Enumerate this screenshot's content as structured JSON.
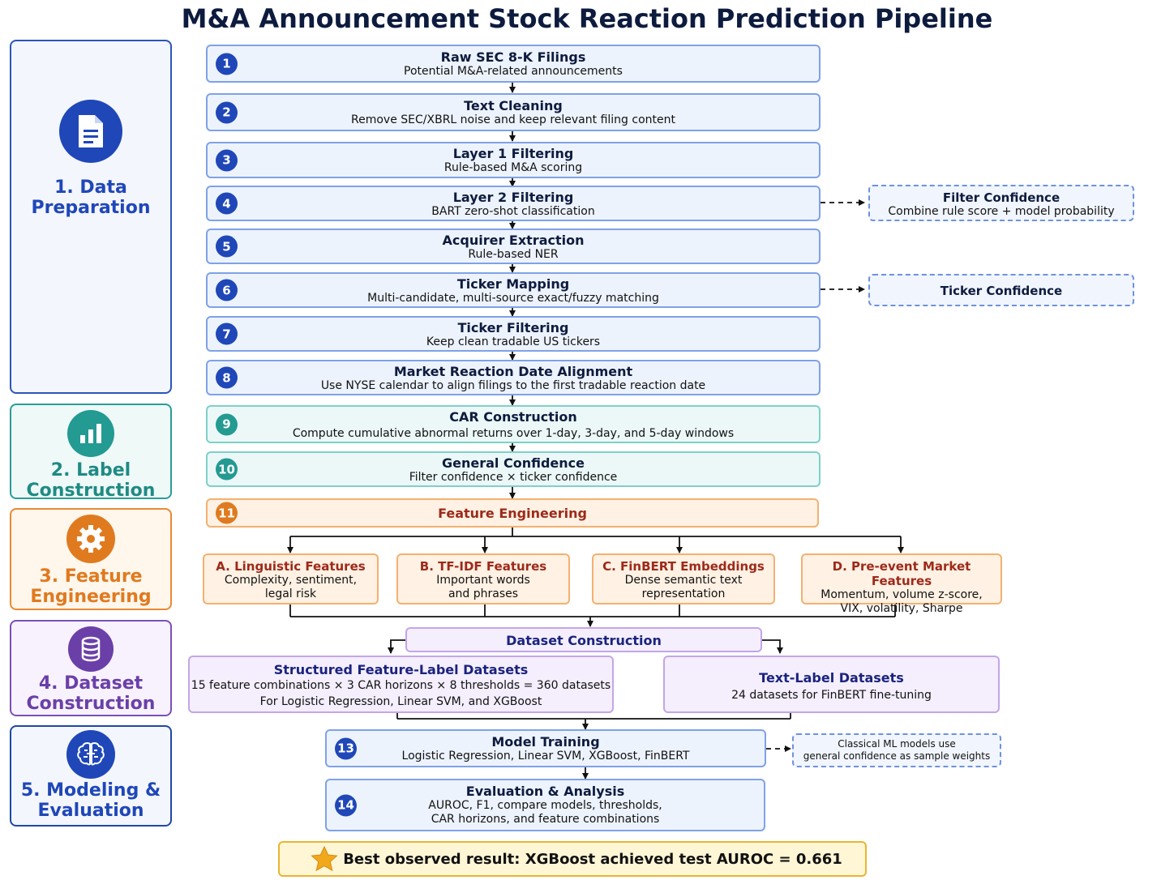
{
  "title": "M&A Announcement Stock Reaction Prediction Pipeline",
  "stages": [
    {
      "label_line1": "1. Data",
      "label_line2": "Preparation",
      "icon": "document-icon",
      "color": "#1f47b8"
    },
    {
      "label_line1": "2. Label",
      "label_line2": "Construction",
      "icon": "bar-chart-icon",
      "color": "#239a92"
    },
    {
      "label_line1": "3. Feature",
      "label_line2": "Engineering",
      "icon": "gear-icon",
      "color": "#e07a1f"
    },
    {
      "label_line1": "4. Dataset",
      "label_line2": "Construction",
      "icon": "database-icon",
      "color": "#6b3fa8"
    },
    {
      "label_line1": "5. Modeling &",
      "label_line2": "Evaluation",
      "icon": "brain-icon",
      "color": "#1f47b8"
    }
  ],
  "steps": [
    {
      "num": "1",
      "title": "Raw SEC 8-K Filings",
      "desc": "Potential M&A-related announcements"
    },
    {
      "num": "2",
      "title": "Text Cleaning",
      "desc": "Remove SEC/XBRL noise and keep relevant filing content"
    },
    {
      "num": "3",
      "title": "Layer 1 Filtering",
      "desc": "Rule-based M&A scoring"
    },
    {
      "num": "4",
      "title": "Layer 2 Filtering",
      "desc": "BART zero-shot classification"
    },
    {
      "num": "5",
      "title": "Acquirer Extraction",
      "desc": "Rule-based NER"
    },
    {
      "num": "6",
      "title": "Ticker Mapping",
      "desc": "Multi-candidate, multi-source exact/fuzzy matching"
    },
    {
      "num": "7",
      "title": "Ticker Filtering",
      "desc": "Keep clean tradable US tickers"
    },
    {
      "num": "8",
      "title": "Market Reaction Date Alignment",
      "desc": "Use NYSE calendar to align filings to the first tradable reaction date"
    },
    {
      "num": "9",
      "title": "CAR Construction",
      "desc": "Compute cumulative abnormal returns over 1-day, 3-day, and 5-day windows"
    },
    {
      "num": "10",
      "title": "General Confidence",
      "desc": "Filter confidence × ticker confidence"
    },
    {
      "num": "11",
      "title": "Feature Engineering",
      "desc": ""
    }
  ],
  "side_notes": {
    "filter_confidence": {
      "title": "Filter Confidence",
      "desc": "Combine rule score + model probability"
    },
    "ticker_confidence": {
      "title": "Ticker Confidence"
    },
    "classical_ml": {
      "line1": "Classical ML models use",
      "line2": "general confidence as sample weights"
    }
  },
  "features": [
    {
      "title": "A. Linguistic Features",
      "line1": "Complexity, sentiment,",
      "line2": "legal risk"
    },
    {
      "title": "B. TF-IDF Features",
      "line1": "Important words",
      "line2": "and phrases"
    },
    {
      "title": "C. FinBERT Embeddings",
      "line1": "Dense semantic text",
      "line2": "representation"
    },
    {
      "title": "D. Pre-event Market Features",
      "line1": "Momentum, volume z-score,",
      "line2": "VIX, volatility, Sharpe"
    }
  ],
  "dataset_construction": "Dataset Construction",
  "structured": {
    "title": "Structured Feature-Label Datasets",
    "line1": "15 feature combinations × 3 CAR horizons × 8 thresholds = 360 datasets",
    "line2": "For Logistic Regression, Linear SVM, and XGBoost"
  },
  "textlabel": {
    "title": "Text-Label Datasets",
    "line1": "24 datasets for FinBERT fine-tuning"
  },
  "training": {
    "num": "13",
    "title": "Model Training",
    "desc": "Logistic Regression, Linear SVM, XGBoost, FinBERT"
  },
  "evaluation": {
    "num": "14",
    "title": "Evaluation & Analysis",
    "line1": "AUROC, F1, compare models, thresholds,",
    "line2": "CAR horizons, and feature combinations"
  },
  "result": {
    "icon": "star-icon",
    "text": "Best observed result: XGBoost achieved test AUROC = 0.661"
  }
}
